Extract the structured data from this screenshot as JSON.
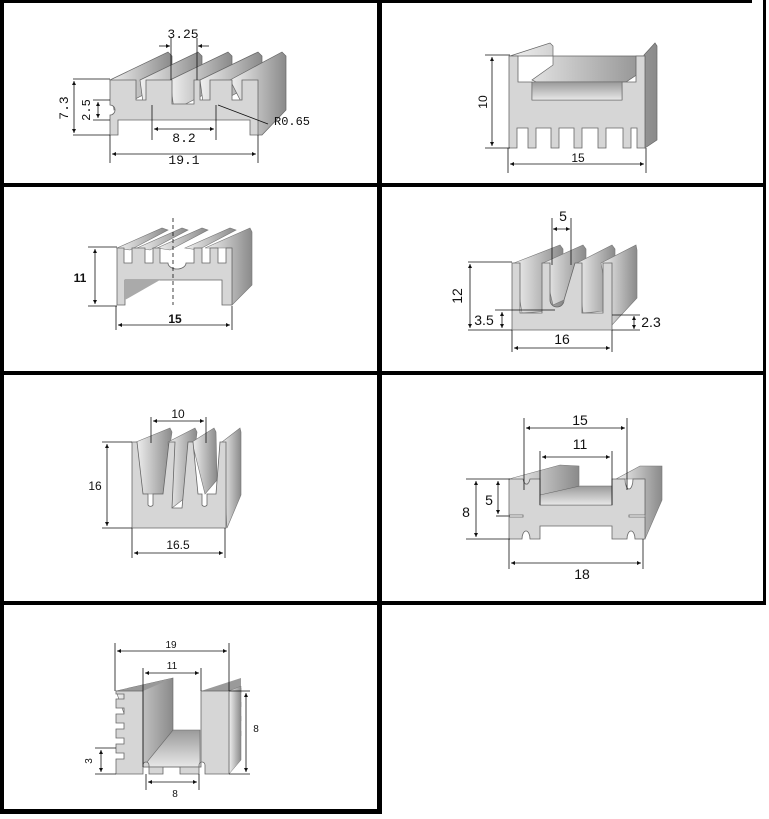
{
  "title": "Heat sink extrusion profiles",
  "cells": [
    {
      "id": "profile-1",
      "dimensions": {
        "height_total": "7.3",
        "height_slot": "2.5",
        "fin_pitch": "3.25",
        "center_span": "8.2",
        "width": "19.1",
        "radius": "R0.65"
      }
    },
    {
      "id": "profile-2",
      "dimensions": {
        "height": "10",
        "width": "15"
      }
    },
    {
      "id": "profile-3",
      "dimensions": {
        "height": "11",
        "width": "15"
      }
    },
    {
      "id": "profile-4",
      "dimensions": {
        "slot_width": "5",
        "height": "12",
        "base_height": "3.5",
        "base_thickness": "2.3",
        "width": "16"
      }
    },
    {
      "id": "profile-5",
      "dimensions": {
        "inner_span": "10",
        "height": "16",
        "width": "16.5"
      }
    },
    {
      "id": "profile-6",
      "dimensions": {
        "outer_span": "15",
        "inner_span": "11",
        "height": "8",
        "channel_depth": "5",
        "width": "18"
      }
    },
    {
      "id": "profile-7",
      "dimensions": {
        "width": "19",
        "channel_width": "11",
        "height": "8",
        "foot_height": "3",
        "base_span": "8"
      }
    },
    {
      "id": "empty-cell"
    }
  ],
  "colors": {
    "metal_face": "#d4d4d4",
    "metal_dark": "#8c8c8c",
    "metal_light": "#ececec",
    "border": "#000000"
  }
}
